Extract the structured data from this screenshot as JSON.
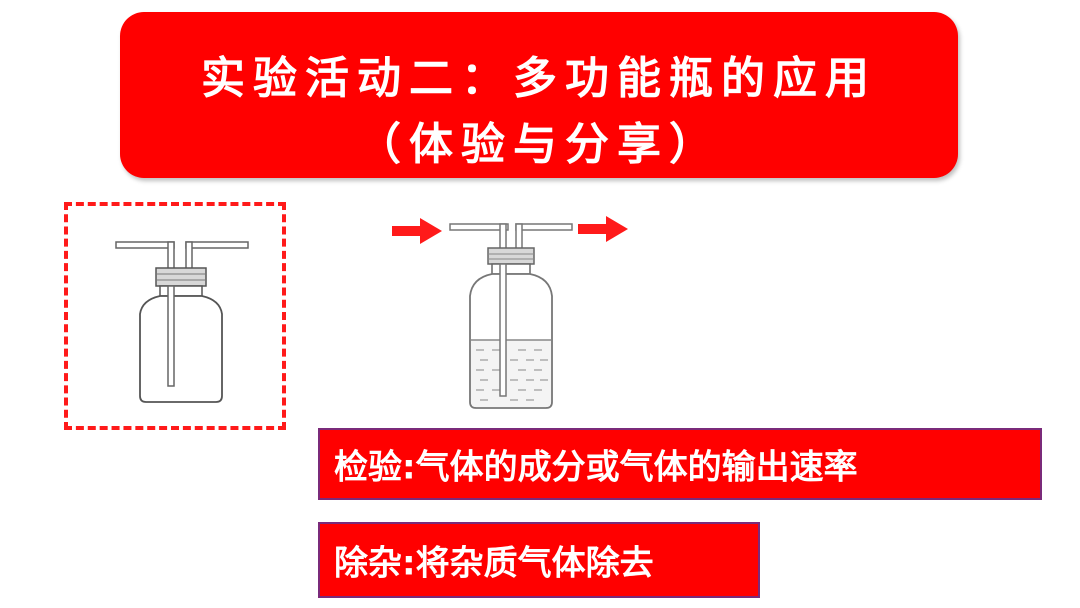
{
  "title": {
    "line1": "实验活动二：多功能瓶的应用",
    "line2": "（体验与分享）"
  },
  "colors": {
    "accent": "#ff0000",
    "text_on_accent": "#ffffff",
    "box_border": "#7a2a7a"
  },
  "icons": {
    "empty_bottle": "empty-gas-washing-bottle-icon",
    "liquid_bottle": "liquid-filled-gas-washing-bottle-icon",
    "inlet_arrow": "right-arrow-icon",
    "outlet_arrow": "right-arrow-icon"
  },
  "boxes": {
    "inspect": "检验:气体的成分或气体的输出速率",
    "purify": "除杂:将杂质气体除去"
  }
}
